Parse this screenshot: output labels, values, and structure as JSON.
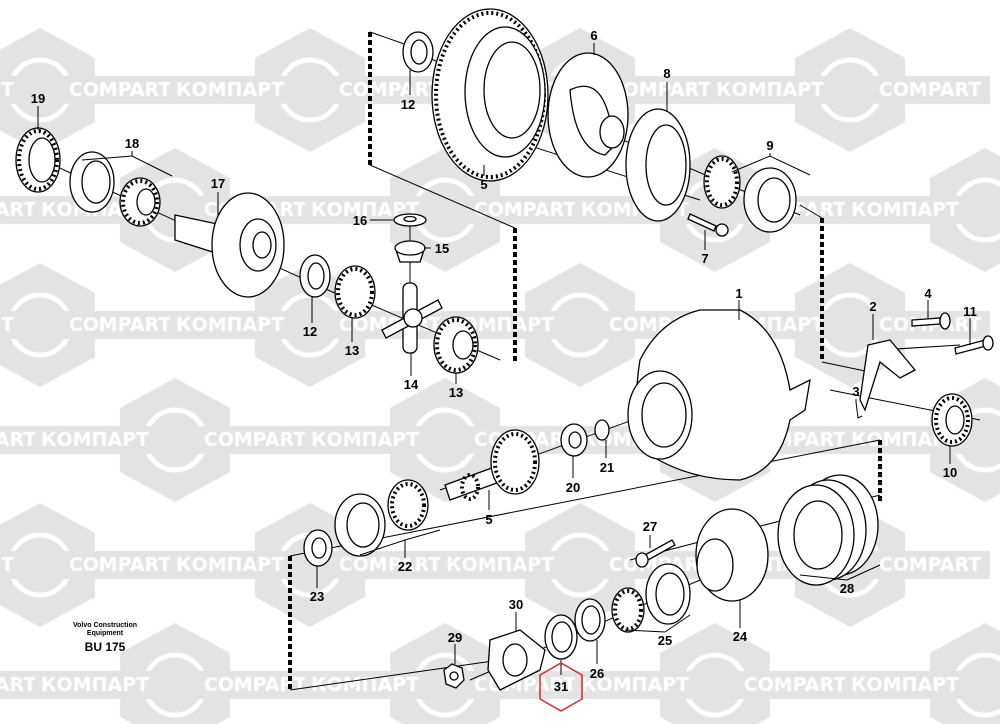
{
  "watermark": {
    "text_cyrillic": "КОМПАРТ",
    "text_latin": "COMPART",
    "color": "#e3e3e3"
  },
  "caption": {
    "line1": "Volvo Construction",
    "line2": "Equipment",
    "code": "BU 175"
  },
  "highlight": {
    "part": "31",
    "color": "#d9262c"
  },
  "labels": {
    "p19": "19",
    "p18": "18",
    "p17": "17",
    "p12a": "12",
    "p5a": "5",
    "p6": "6",
    "p8": "8",
    "p9": "9",
    "p7": "7",
    "p16": "16",
    "p15": "15",
    "p12b": "12",
    "p13a": "13",
    "p14": "14",
    "p13b": "13",
    "p1": "1",
    "p2": "2",
    "p4": "4",
    "p11": "11",
    "p3": "3",
    "p10": "10",
    "p21": "21",
    "p20": "20",
    "p5b": "5",
    "p22": "22",
    "p23": "23",
    "p27": "27",
    "p28": "28",
    "p24": "24",
    "p25": "25",
    "p30": "30",
    "p29": "29",
    "p26": "26",
    "p31": "31"
  }
}
